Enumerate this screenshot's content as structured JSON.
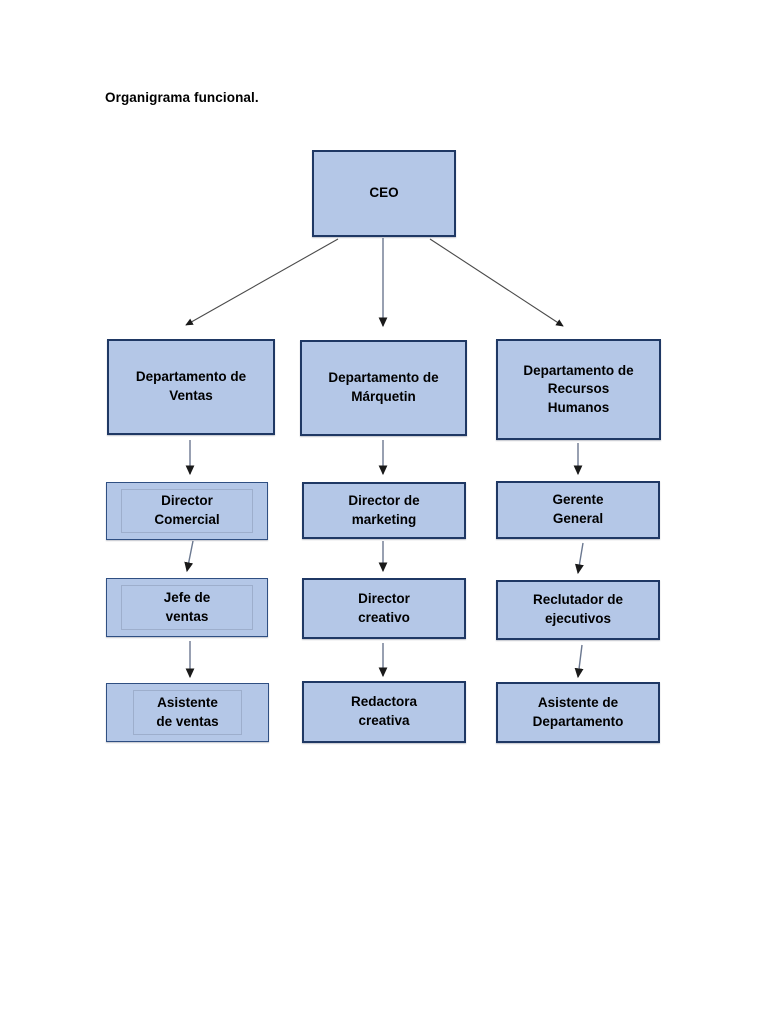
{
  "document": {
    "title": "Organigrama funcional."
  },
  "theme": {
    "box_fill": "#b4c7e7",
    "box_border": "#1f3864",
    "text_color": "#000000",
    "connector_color": "#3a3a3a",
    "page_background": "#ffffff"
  },
  "chart_data": {
    "type": "diagram",
    "subtype": "organizational-chart",
    "title": "Organigrama funcional.",
    "orientation": "top-down",
    "levels": 5,
    "nodes": [
      {
        "id": "ceo",
        "label": "CEO",
        "level": 0,
        "column": "center"
      },
      {
        "id": "dep-ventas",
        "label": "Departamento de\nVentas",
        "level": 1,
        "column": "left"
      },
      {
        "id": "dep-marketing",
        "label": "Departamento de\nMárquetin",
        "level": 1,
        "column": "center"
      },
      {
        "id": "dep-rrhh",
        "label": "Departamento de\nRecursos\nHumanos",
        "level": 1,
        "column": "right"
      },
      {
        "id": "director-comercial",
        "label": "Director\nComercial",
        "level": 2,
        "column": "left"
      },
      {
        "id": "director-marketing",
        "label": "Director de\nmarketing",
        "level": 2,
        "column": "center"
      },
      {
        "id": "gerente-general",
        "label": "Gerente\nGeneral",
        "level": 2,
        "column": "right"
      },
      {
        "id": "jefe-ventas",
        "label": "Jefe de\nventas",
        "level": 3,
        "column": "left"
      },
      {
        "id": "director-creativo",
        "label": "Director\ncreativo",
        "level": 3,
        "column": "center"
      },
      {
        "id": "reclutador-ejecutivos",
        "label": "Reclutador de\nejecutivos",
        "level": 3,
        "column": "right"
      },
      {
        "id": "asistente-ventas",
        "label": "Asistente\nde ventas",
        "level": 4,
        "column": "left"
      },
      {
        "id": "redactora-creativa",
        "label": "Redactora\ncreativa",
        "level": 4,
        "column": "center"
      },
      {
        "id": "asistente-departamento",
        "label": "Asistente de\nDepartamento",
        "level": 4,
        "column": "right"
      }
    ],
    "edges": [
      {
        "from": "ceo",
        "to": "dep-ventas",
        "style": "diagonal-arrow"
      },
      {
        "from": "ceo",
        "to": "dep-marketing",
        "style": "vertical-arrow"
      },
      {
        "from": "ceo",
        "to": "dep-rrhh",
        "style": "diagonal-arrow"
      },
      {
        "from": "dep-ventas",
        "to": "director-comercial",
        "style": "vertical-arrow"
      },
      {
        "from": "dep-marketing",
        "to": "director-marketing",
        "style": "vertical-arrow"
      },
      {
        "from": "dep-rrhh",
        "to": "gerente-general",
        "style": "vertical-arrow"
      },
      {
        "from": "director-comercial",
        "to": "jefe-ventas",
        "style": "vertical-arrow"
      },
      {
        "from": "director-marketing",
        "to": "director-creativo",
        "style": "vertical-arrow"
      },
      {
        "from": "gerente-general",
        "to": "reclutador-ejecutivos",
        "style": "vertical-arrow"
      },
      {
        "from": "jefe-ventas",
        "to": "asistente-ventas",
        "style": "vertical-arrow"
      },
      {
        "from": "director-creativo",
        "to": "redactora-creativa",
        "style": "vertical-arrow"
      },
      {
        "from": "reclutador-ejecutivos",
        "to": "asistente-departamento",
        "style": "vertical-arrow"
      }
    ]
  }
}
